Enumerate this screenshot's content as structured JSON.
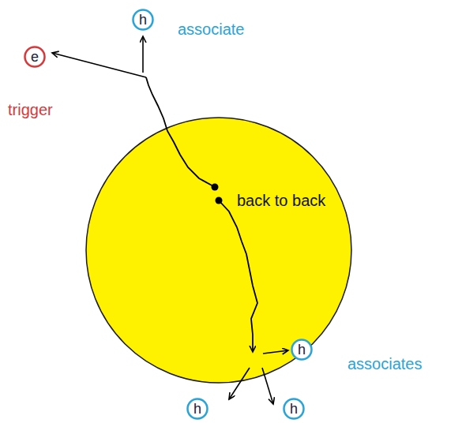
{
  "diagram": {
    "nodes": [
      {
        "text": [
          "h"
        ]
      },
      {
        "text": [
          "e"
        ]
      },
      {
        "text": [
          "h"
        ]
      },
      {
        "text": [
          "h"
        ]
      },
      {
        "text": [
          "h"
        ]
      }
    ],
    "labels": [
      "trigger",
      "associate",
      "back to back",
      "associates"
    ]
  }
}
